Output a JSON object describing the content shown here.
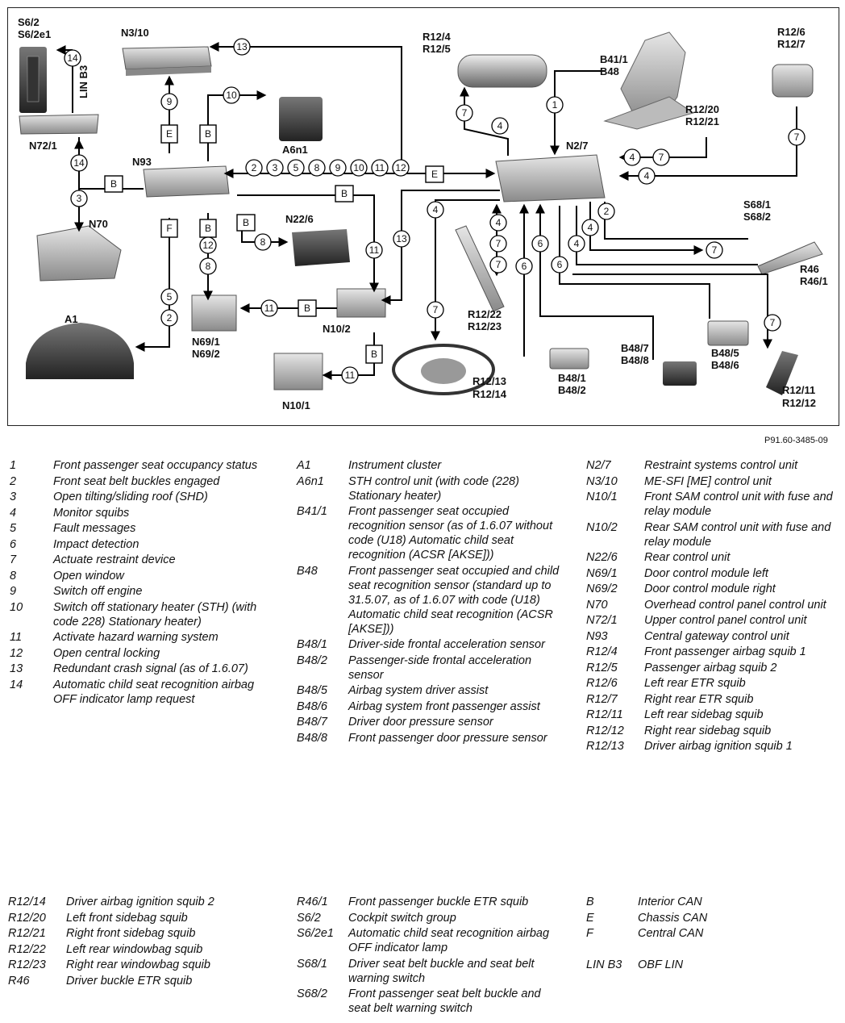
{
  "diagram": {
    "components": {
      "S6_2": "S6/2",
      "S6_2e1": "S6/2e1",
      "N3_10": "N3/10",
      "R12_4": "R12/4",
      "R12_5": "R12/5",
      "B41_1": "B41/1",
      "B48": "B48",
      "R12_6": "R12/6",
      "R12_7": "R12/7",
      "N72_1": "N72/1",
      "N93": "N93",
      "A6n1": "A6n1",
      "N2_7": "N2/7",
      "R12_20": "R12/20",
      "R12_21": "R12/21",
      "N70": "N70",
      "N22_6": "N22/6",
      "S68_1": "S68/1",
      "S68_2": "S68/2",
      "R46": "R46",
      "R46_1": "R46/1",
      "A1": "A1",
      "N69_1": "N69/1",
      "N69_2": "N69/2",
      "N10_2": "N10/2",
      "N10_1": "N10/1",
      "R12_22": "R12/22",
      "R12_23": "R12/23",
      "R12_13": "R12/13",
      "R12_14": "R12/14",
      "B48_1": "B48/1",
      "B48_2": "B48/2",
      "B48_7": "B48/7",
      "B48_8": "B48/8",
      "B48_5": "B48/5",
      "B48_6": "B48/6",
      "R12_11": "R12/11",
      "R12_12": "R12/12",
      "LIN_B3": "LIN B3"
    },
    "circle_numbers": {
      "c14a": "14",
      "c13": "13",
      "c9": "9",
      "c10": "10",
      "c7a": "7",
      "c4a": "4",
      "c1": "1",
      "c4b": "4",
      "c7b": "7",
      "c7c": "7",
      "c4c": "4",
      "c14b": "14",
      "c3": "3",
      "g2": "2",
      "g3": "3",
      "g5": "5",
      "g8": "8",
      "g9": "9",
      "g10": "10",
      "g11": "11",
      "g12": "12",
      "c12": "12",
      "c8a": "8",
      "c8b": "8",
      "c11a": "11",
      "c13b": "13",
      "c4d": "4",
      "c7d": "7",
      "c4e": "4",
      "c2": "2",
      "c4f": "4",
      "c7e": "7",
      "c4g": "4",
      "c7f": "7",
      "c6a": "6",
      "c6b": "6",
      "c6c": "6",
      "c5": "5",
      "c2b": "2",
      "c11b": "11",
      "c11c": "11",
      "c7g": "7",
      "c7h": "7"
    },
    "bus_letters": {
      "eN3": "E",
      "bA6": "B",
      "bN72": "B",
      "bTop": "B",
      "eGw": "E",
      "bN22": "B",
      "fA1": "F",
      "bN69": "B",
      "bN69h": "B",
      "bN10": "B"
    },
    "reference": "P91.60-3485-09"
  },
  "legend": {
    "col1": [
      {
        "k": "1",
        "v": "Front passenger seat occupancy status"
      },
      {
        "k": "2",
        "v": "Front seat belt buckles engaged"
      },
      {
        "k": "3",
        "v": "Open tilting/sliding roof (SHD)"
      },
      {
        "k": "4",
        "v": "Monitor squibs"
      },
      {
        "k": "5",
        "v": "Fault messages"
      },
      {
        "k": "6",
        "v": "Impact detection"
      },
      {
        "k": "7",
        "v": "Actuate restraint device"
      },
      {
        "k": "8",
        "v": "Open window"
      },
      {
        "k": "9",
        "v": "Switch off engine"
      },
      {
        "k": "10",
        "v": "Switch off stationary heater (STH) (with code 228) Stationary heater)"
      },
      {
        "k": "11",
        "v": "Activate hazard warning system"
      },
      {
        "k": "12",
        "v": "Open central locking"
      },
      {
        "k": "13",
        "v": "Redundant crash signal (as of 1.6.07)"
      },
      {
        "k": "14",
        "v": "Automatic child seat recognition airbag OFF indicator lamp request"
      }
    ],
    "col2": [
      {
        "k": "A1",
        "v": "Instrument cluster"
      },
      {
        "k": "A6n1",
        "v": "STH control unit (with code (228) Stationary heater)"
      },
      {
        "k": "B41/1",
        "v": "Front passenger seat occupied recognition sensor (as of 1.6.07 without code (U18) Automatic child seat recognition (ACSR [AKSE]))"
      },
      {
        "k": "B48",
        "v": "Front passenger seat occupied and child seat recognition sensor (standard up to 31.5.07, as of 1.6.07 with code (U18) Automatic child seat recognition (ACSR [AKSE]))"
      },
      {
        "k": "B48/1",
        "v": "Driver-side frontal acceleration sensor"
      },
      {
        "k": "B48/2",
        "v": "Passenger-side frontal acceleration sensor"
      },
      {
        "k": "B48/5",
        "v": "Airbag system driver assist"
      },
      {
        "k": "B48/6",
        "v": "Airbag system front passenger assist"
      },
      {
        "k": "B48/7",
        "v": "Driver door pressure sensor"
      },
      {
        "k": "B48/8",
        "v": "Front passenger door pressure sensor"
      }
    ],
    "col3": [
      {
        "k": "N2/7",
        "v": "Restraint systems control unit"
      },
      {
        "k": "N3/10",
        "v": "ME-SFI [ME] control unit"
      },
      {
        "k": "N10/1",
        "v": "Front SAM control unit with fuse and relay module"
      },
      {
        "k": "N10/2",
        "v": "Rear SAM control unit with fuse and relay module"
      },
      {
        "k": "N22/6",
        "v": "Rear control unit"
      },
      {
        "k": "N69/1",
        "v": "Door control module left"
      },
      {
        "k": "N69/2",
        "v": "Door control module right"
      },
      {
        "k": "N70",
        "v": "Overhead control panel control unit"
      },
      {
        "k": "N72/1",
        "v": "Upper control panel control unit"
      },
      {
        "k": "N93",
        "v": "Central gateway control unit"
      },
      {
        "k": "R12/4",
        "v": "Front passenger airbag squib 1"
      },
      {
        "k": "R12/5",
        "v": "Passenger airbag squib 2"
      },
      {
        "k": "R12/6",
        "v": "Left rear ETR squib"
      },
      {
        "k": "R12/7",
        "v": "Right rear ETR squib"
      },
      {
        "k": "R12/11",
        "v": "Left rear sidebag squib"
      },
      {
        "k": "R12/12",
        "v": "Right rear sidebag squib"
      },
      {
        "k": "R12/13",
        "v": "Driver airbag ignition squib 1"
      }
    ],
    "col4": [
      {
        "k": "R12/14",
        "v": "Driver airbag ignition squib 2"
      },
      {
        "k": "R12/20",
        "v": "Left front sidebag squib"
      },
      {
        "k": "R12/21",
        "v": "Right front sidebag squib"
      },
      {
        "k": "R12/22",
        "v": "Left rear windowbag squib"
      },
      {
        "k": "R12/23",
        "v": "Right rear windowbag squib"
      },
      {
        "k": "R46",
        "v": "Driver buckle ETR squib"
      }
    ],
    "col5": [
      {
        "k": "R46/1",
        "v": "Front passenger buckle ETR squib"
      },
      {
        "k": "S6/2",
        "v": "Cockpit switch group"
      },
      {
        "k": "S6/2e1",
        "v": "Automatic child seat recognition airbag OFF indicator lamp"
      },
      {
        "k": "S68/1",
        "v": "Driver seat belt buckle and seat belt warning switch"
      },
      {
        "k": "S68/2",
        "v": "Front passenger seat belt buckle and seat belt warning switch"
      }
    ],
    "col6": [
      {
        "k": "B",
        "v": "Interior CAN"
      },
      {
        "k": "E",
        "v": "Chassis CAN"
      },
      {
        "k": "F",
        "v": "Central CAN"
      },
      {
        "k": "",
        "v": ""
      },
      {
        "k": "LIN B3",
        "v": "OBF LIN"
      }
    ]
  }
}
